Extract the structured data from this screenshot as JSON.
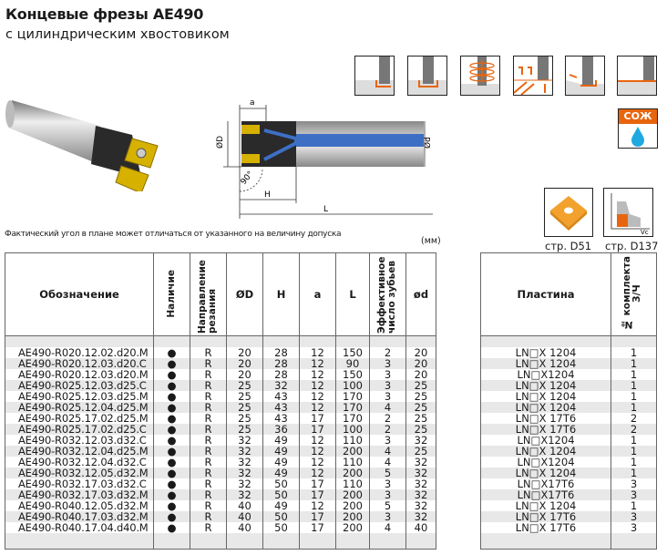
{
  "header": {
    "title": "Концевые фрезы AE490",
    "subtitle": "с цилиндрическим хвостовиком"
  },
  "drawing": {
    "dim_a": "a",
    "dim_D": "ØD",
    "dim_d": "Ød",
    "dim_angle": "90°",
    "dim_H": "H",
    "dim_L": "L"
  },
  "coolant": {
    "label": "СОЖ"
  },
  "refs": {
    "insert_page": "стр. D51",
    "cutting_page": "стр. D137",
    "vc_label": "Vc"
  },
  "note": "Фактический угол в плане может отличаться от указанного на величину допуска",
  "units": "(мм)",
  "colors": {
    "accent": "#e8650f",
    "insert": "#d6b100",
    "coolant_blue": "#1fa9e1",
    "stripe": "#e8e8e8"
  },
  "main_table": {
    "headers": [
      "Обозначение",
      "Наличие",
      "Направление резания",
      "ØD",
      "H",
      "a",
      "L",
      "Эффективное число зубьев",
      "ød"
    ],
    "rows": [
      [
        "AE490-R020.12.02.d20.M",
        "●",
        "R",
        "20",
        "28",
        "12",
        "150",
        "2",
        "20"
      ],
      [
        "AE490-R020.12.03.d20.C",
        "●",
        "R",
        "20",
        "28",
        "12",
        "90",
        "3",
        "20"
      ],
      [
        "AE490-R020.12.03.d20.M",
        "●",
        "R",
        "20",
        "28",
        "12",
        "150",
        "3",
        "20"
      ],
      [
        "AE490-R025.12.03.d25.C",
        "●",
        "R",
        "25",
        "32",
        "12",
        "100",
        "3",
        "25"
      ],
      [
        "AE490-R025.12.03.d25.M",
        "●",
        "R",
        "25",
        "43",
        "12",
        "170",
        "3",
        "25"
      ],
      [
        "AE490-R025.12.04.d25.M",
        "●",
        "R",
        "25",
        "43",
        "12",
        "170",
        "4",
        "25"
      ],
      [
        "AE490-R025.17.02.d25.M",
        "●",
        "R",
        "25",
        "43",
        "17",
        "170",
        "2",
        "25"
      ],
      [
        "AE490-R025.17.02.d25.C",
        "●",
        "R",
        "25",
        "36",
        "17",
        "100",
        "2",
        "25"
      ],
      [
        "AE490-R032.12.03.d32.C",
        "●",
        "R",
        "32",
        "49",
        "12",
        "110",
        "3",
        "32"
      ],
      [
        "AE490-R032.12.04.d25.M",
        "●",
        "R",
        "32",
        "49",
        "12",
        "200",
        "4",
        "25"
      ],
      [
        "AE490-R032.12.04.d32.C",
        "●",
        "R",
        "32",
        "49",
        "12",
        "110",
        "4",
        "32"
      ],
      [
        "AE490-R032.12.05.d32.M",
        "●",
        "R",
        "32",
        "49",
        "12",
        "200",
        "5",
        "32"
      ],
      [
        "AE490-R032.17.03.d32.C",
        "●",
        "R",
        "32",
        "50",
        "17",
        "110",
        "3",
        "32"
      ],
      [
        "AE490-R032.17.03.d32.M",
        "●",
        "R",
        "32",
        "50",
        "17",
        "200",
        "3",
        "32"
      ],
      [
        "AE490-R040.12.05.d32.M",
        "●",
        "R",
        "40",
        "49",
        "12",
        "200",
        "5",
        "32"
      ],
      [
        "AE490-R040.17.03.d32.M",
        "●",
        "R",
        "40",
        "50",
        "17",
        "200",
        "3",
        "32"
      ],
      [
        "AE490-R040.17.04.d40.M",
        "●",
        "R",
        "40",
        "50",
        "17",
        "200",
        "4",
        "40"
      ]
    ]
  },
  "insert_table": {
    "headers": [
      "Пластина",
      "№ комплекта З/Ч"
    ],
    "rows": [
      [
        "LN□X 1204",
        "1"
      ],
      [
        "LN□X 1204",
        "1"
      ],
      [
        "LN□X1204",
        "1"
      ],
      [
        "LN□X 1204",
        "1"
      ],
      [
        "LN□X 1204",
        "1"
      ],
      [
        "LN□X 1204",
        "1"
      ],
      [
        "LN□X 17T6",
        "2"
      ],
      [
        "LN□X 17T6",
        "2"
      ],
      [
        "LN□X1204",
        "1"
      ],
      [
        "LN□X 1204",
        "1"
      ],
      [
        "LN□X1204",
        "1"
      ],
      [
        "LN□X 1204",
        "1"
      ],
      [
        "LN□X17T6",
        "3"
      ],
      [
        "LN□X17T6",
        "3"
      ],
      [
        "LN□X 1204",
        "1"
      ],
      [
        "LN□X 17T6",
        "3"
      ],
      [
        "LN□X 17T6",
        "3"
      ]
    ]
  }
}
